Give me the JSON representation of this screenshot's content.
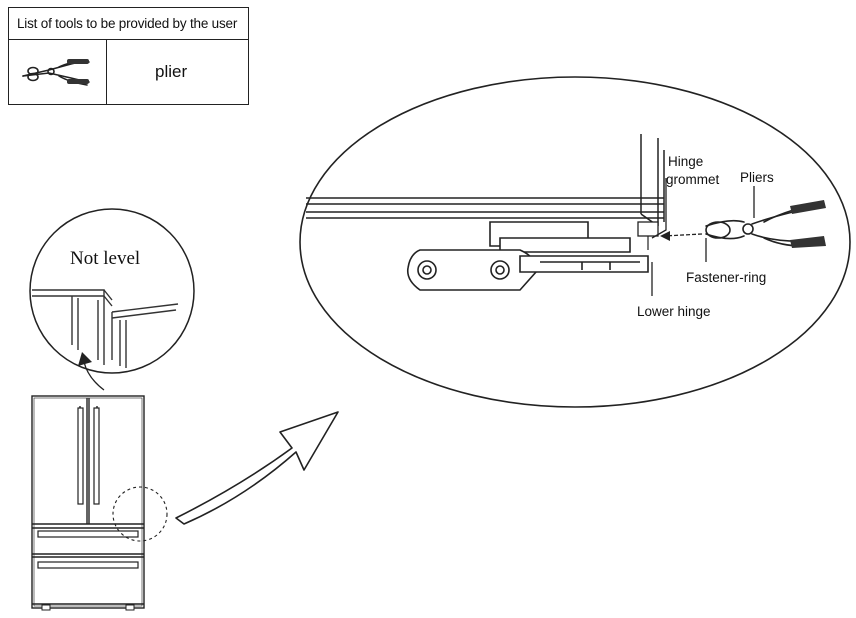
{
  "tools_table": {
    "header": "List of tools to be provided by the user",
    "tool_name": "plier",
    "tool_icon": "plier-icon"
  },
  "callouts": {
    "not_level": "Not level",
    "hinge_grommet_line1": "Hinge",
    "hinge_grommet_line2": "grommet",
    "pliers": "Pliers",
    "fastener_ring": "Fastener-ring",
    "lower_hinge": "Lower hinge"
  }
}
